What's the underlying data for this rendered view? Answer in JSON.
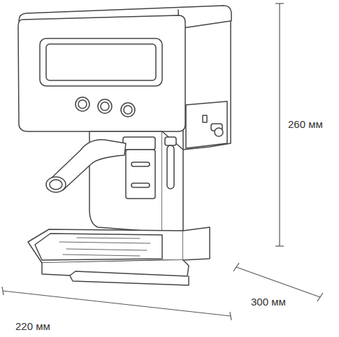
{
  "diagram": {
    "labels": [
      "260 мм",
      "300 мм",
      "220 мм"
    ]
  }
}
